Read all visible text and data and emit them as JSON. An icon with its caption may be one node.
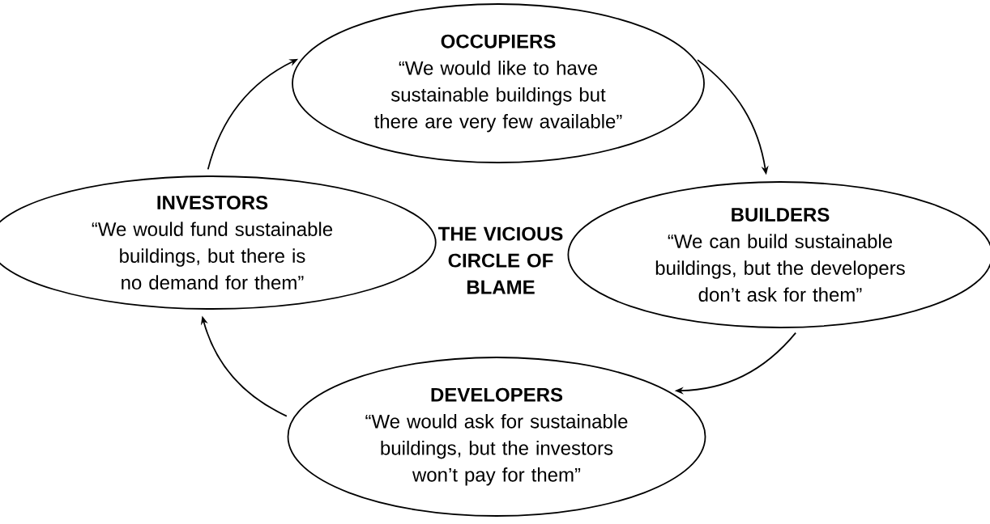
{
  "diagram": {
    "nodes": [
      {
        "text": [
          "OCCUPIERS",
          "“We would like to have sustainable buildings but there are very few available”"
        ]
      },
      {
        "text": [
          "BUILDERS",
          "“We can build sustainable buildings, but the developers don’t ask for them”"
        ]
      },
      {
        "text": [
          "DEVELOPERS",
          "“We would ask for sustainable buildings, but the investors won’t pay for them”"
        ]
      },
      {
        "text": [
          "INVESTORS",
          "“We would fund sustainable buildings, but there is no demand for them”"
        ]
      }
    ],
    "edges": [
      {
        "from": 0,
        "to": 1,
        "arrow": "to"
      },
      {
        "from": 1,
        "to": 2,
        "arrow": "to"
      },
      {
        "from": 2,
        "to": 3,
        "arrow": "to"
      },
      {
        "from": 3,
        "to": 0,
        "arrow": "to"
      }
    ],
    "labels": [
      "THE VICIOUS CIRCLE OF BLAME"
    ]
  }
}
